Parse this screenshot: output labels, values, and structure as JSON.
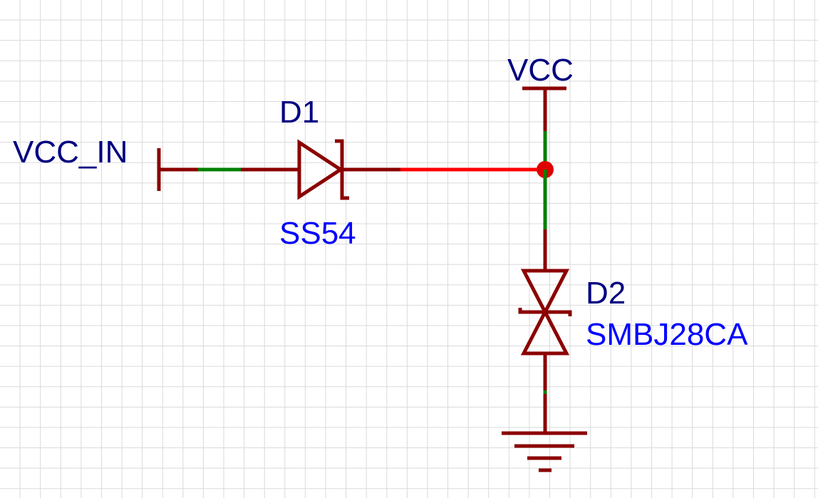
{
  "schematic": {
    "net_labels": {
      "input": "VCC_IN",
      "output": "VCC"
    },
    "components": [
      {
        "designator": "D1",
        "value": "SS54",
        "symbol": "diode-icon"
      },
      {
        "designator": "D2",
        "value": "SMBJ28CA",
        "symbol": "tvs-diode-icon"
      }
    ],
    "ground_symbol": "ground-icon",
    "colors": {
      "wire": "#8b0000",
      "wire_selected": "#ff0000",
      "wire_segment_highlight": "#008000",
      "junction": "#e00000",
      "designator_text": "#000080",
      "value_text": "#0000ff",
      "net_label_text": "#000080",
      "grid": "#d9d9d9"
    }
  }
}
